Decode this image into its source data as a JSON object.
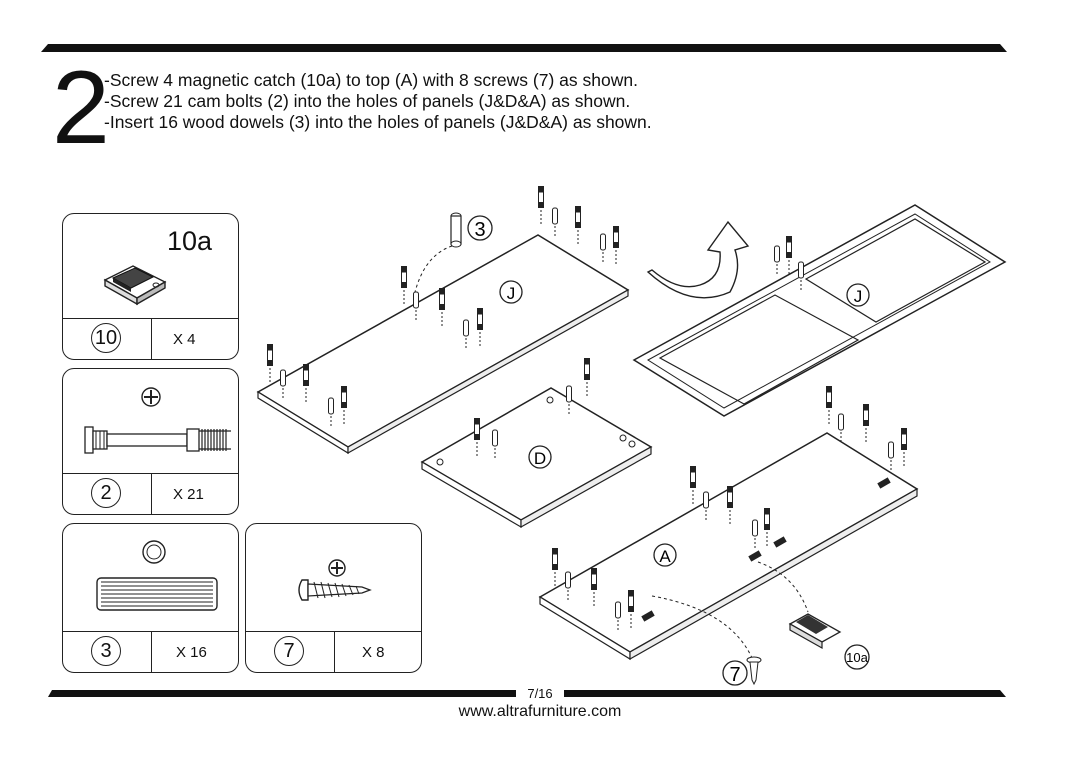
{
  "step": {
    "number": "2"
  },
  "instructions": [
    "-Screw 4 magnetic catch (10a) to top (A) with 8 screws (7) as shown.",
    "-Screw 21 cam bolts (2) into the holes of panels (J&D&A) as shown.",
    "-Insert 16 wood dowels (3) into the holes of panels (J&D&A) as shown."
  ],
  "parts": [
    {
      "id": "10",
      "title": "10a",
      "qty": "X 4"
    },
    {
      "id": "2",
      "qty": "X 21"
    },
    {
      "id": "3",
      "qty": "X 16"
    },
    {
      "id": "7",
      "qty": "X 8"
    }
  ],
  "diagram_labels": {
    "panel_j": "J",
    "panel_j_flipped": "J",
    "panel_d": "D",
    "panel_a": "A",
    "dowel_callout": "3",
    "screw_callout": "7",
    "catch_callout": "10a"
  },
  "footer": {
    "page": "7/16",
    "url": "www.altrafurniture.com"
  }
}
